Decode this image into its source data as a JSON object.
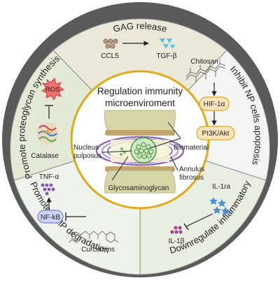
{
  "sectors": {
    "gag_release": "GAG release",
    "inhibit_np": "Inhibit NP cells apoptosis",
    "downregulate": "Downregulate inflammatory",
    "promote_mmp": "Promote MMP degradation",
    "promote_pg": "Promote proteoglycan synthesis"
  },
  "labels": {
    "ccl5": "CCL5",
    "tgfb": "TGF-β",
    "chitosan": "Chitosan",
    "hif": "HIF-1α",
    "pi3k": "PI3K/Akt",
    "il1ra": "IL-1ra",
    "il1b": "IL-1β",
    "tnf": "TNF-α",
    "nfkb": "NF-kB",
    "curcumins": "Curcumins",
    "ros": "ROS",
    "catalase": "Catalase"
  },
  "center": {
    "title_line1": "Regulation immunity",
    "title_line2": "microenviroment",
    "biomaterial": "Biomaterial",
    "nucleus_line1": "Nucleus",
    "nucleus_line2": "pulposus",
    "annulus_line1": "Annulus",
    "annulus_line2": "fibrosus",
    "gag": "Glycosaminoglycan"
  },
  "colors": {
    "outer_ring": "#5a5a5a",
    "sector_gag": "#ebe7d9",
    "sector_apoptosis": "#f4f4f4",
    "sector_inflammatory": "#e8eee1",
    "sector_mmp": "#eef3ec",
    "sector_pg": "#e3ebd7",
    "center_disc": "#ffffff",
    "accent_gold": "#e2a917",
    "node_fill": "#fbe4bb",
    "nfkb_fill": "#cfd3f4",
    "ros_fill": "#ef6f6f"
  }
}
